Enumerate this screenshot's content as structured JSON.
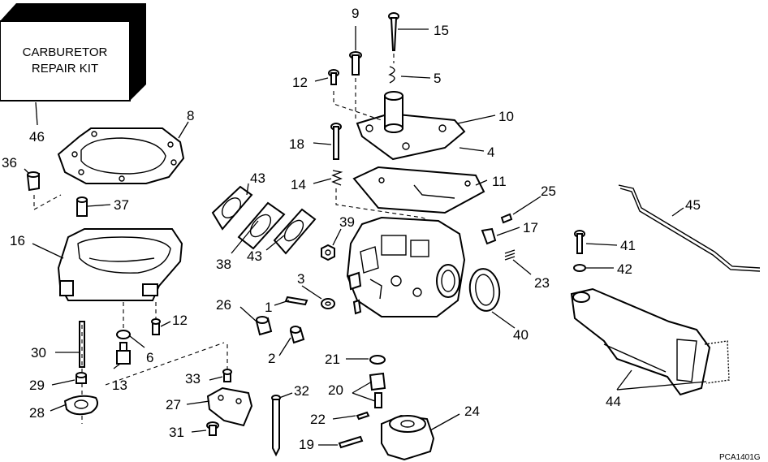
{
  "kit_box": {
    "line1": "CARBURETOR",
    "line2": "REPAIR KIT"
  },
  "figure_code": "PCA1401G",
  "callouts": [
    "9",
    "15",
    "12",
    "5",
    "10",
    "4",
    "18",
    "11",
    "14",
    "25",
    "17",
    "23",
    "45",
    "41",
    "42",
    "43",
    "38",
    "43",
    "39",
    "3",
    "26",
    "1",
    "2",
    "40",
    "44",
    "46",
    "8",
    "36",
    "37",
    "16",
    "12",
    "6",
    "30",
    "29",
    "13",
    "33",
    "21",
    "20",
    "28",
    "27",
    "32",
    "22",
    "24",
    "31",
    "19"
  ]
}
